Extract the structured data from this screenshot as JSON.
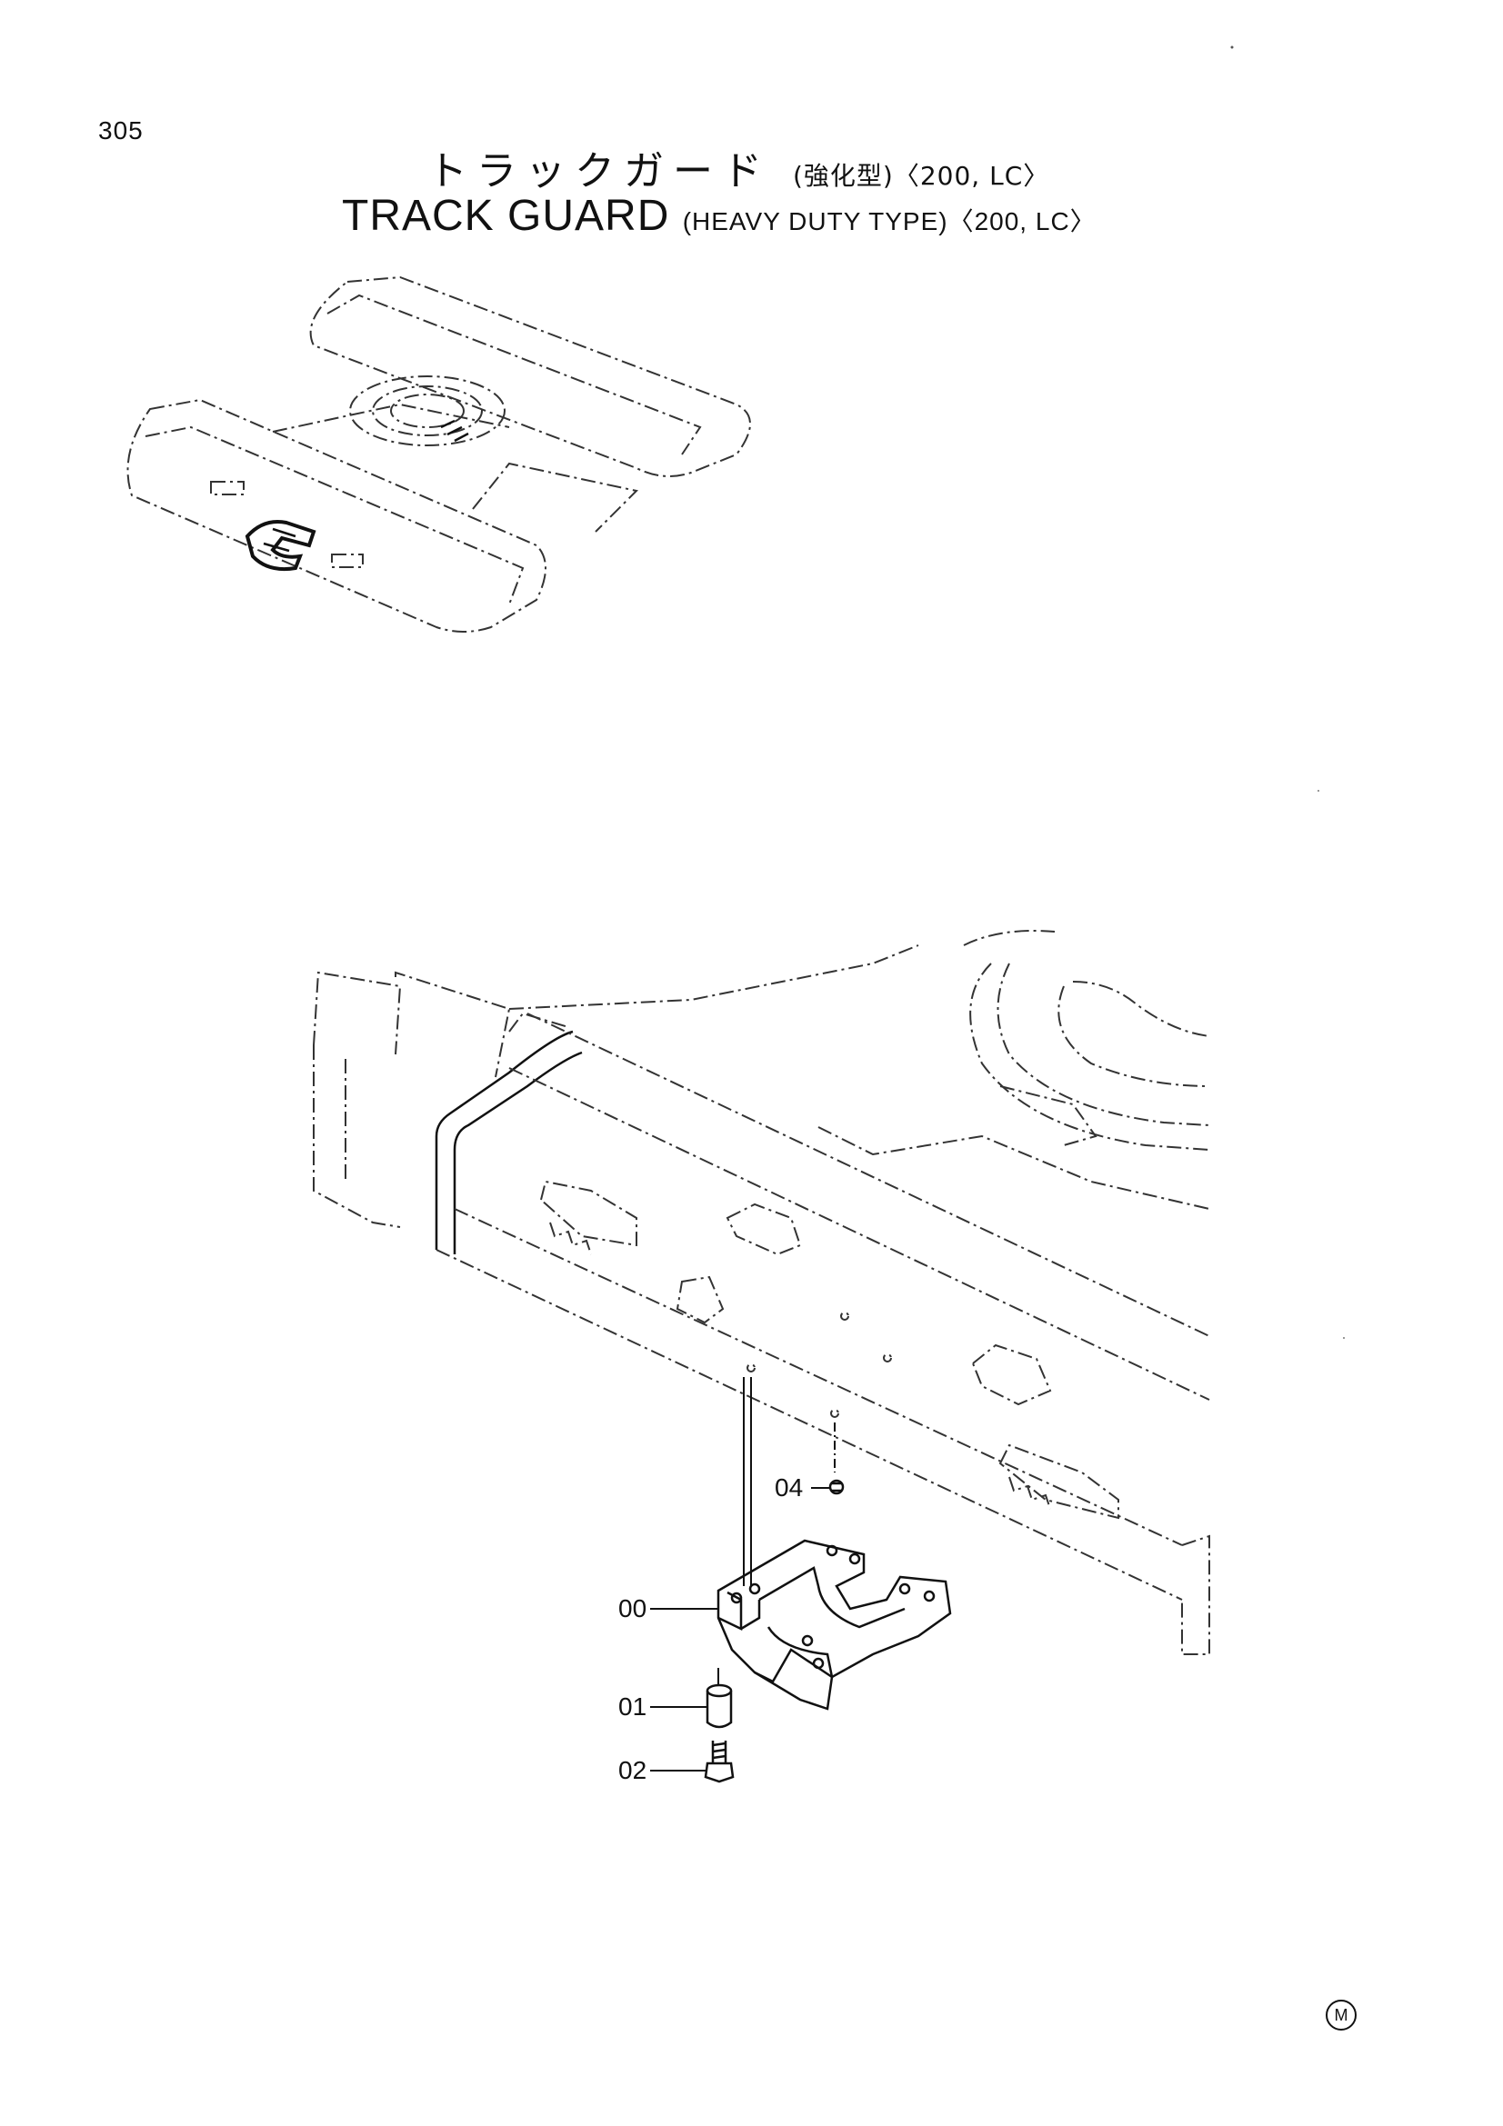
{
  "page": {
    "number": "305"
  },
  "title": {
    "japanese": "トラックガード",
    "japanese_sub": "(強化型)〈200, LC〉",
    "english": "TRACK GUARD",
    "english_sub": "(HEAVY DUTY TYPE)〈200, LC〉"
  },
  "callouts": [
    {
      "id": "part-00",
      "label": "00"
    },
    {
      "id": "part-01",
      "label": "01"
    },
    {
      "id": "part-02",
      "label": "02"
    },
    {
      "id": "part-04",
      "label": "04"
    }
  ],
  "footer": {
    "mark": "M"
  }
}
